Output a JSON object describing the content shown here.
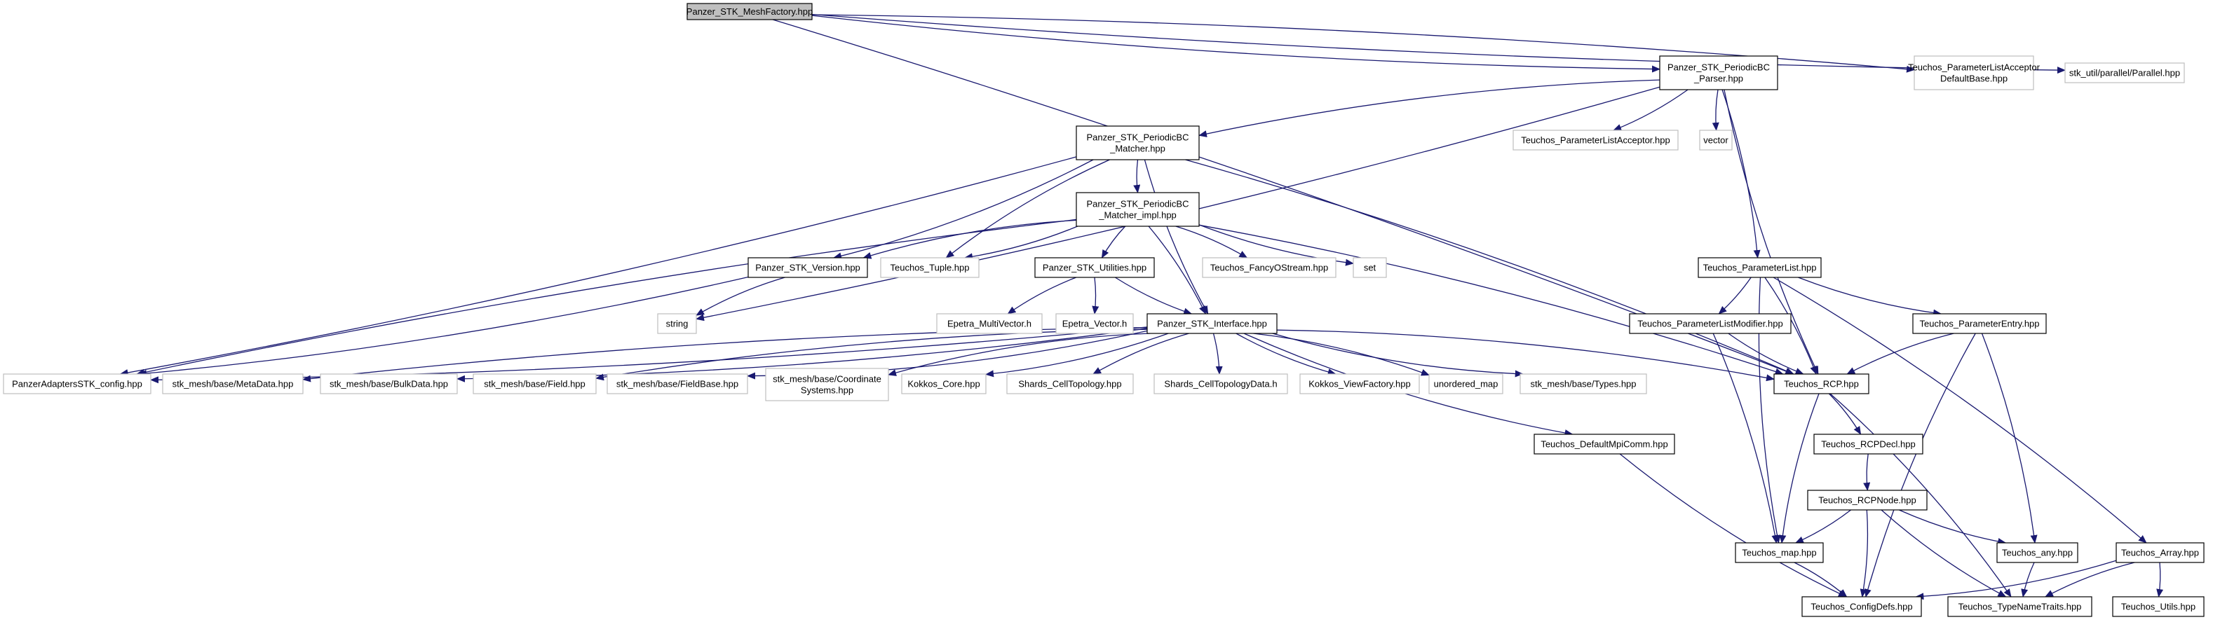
{
  "nodes": [
    {
      "id": "root",
      "label": "Panzer_STK_MeshFactory.hpp",
      "style": "root"
    },
    {
      "id": "parser",
      "label": "Panzer_STK_PeriodicBC\n_Parser.hpp",
      "style": "normal"
    },
    {
      "id": "plad",
      "label": "Teuchos_ParameterListAcceptor\nDefaultBase.hpp",
      "style": "gray"
    },
    {
      "id": "par",
      "label": "stk_util/parallel/Parallel.hpp",
      "style": "gray"
    },
    {
      "id": "matcher",
      "label": "Panzer_STK_PeriodicBC\n_Matcher.hpp",
      "style": "normal"
    },
    {
      "id": "pla",
      "label": "Teuchos_ParameterListAcceptor.hpp",
      "style": "gray"
    },
    {
      "id": "vector",
      "label": "vector",
      "style": "gray"
    },
    {
      "id": "mimpl",
      "label": "Panzer_STK_PeriodicBC\n_Matcher_impl.hpp",
      "style": "normal"
    },
    {
      "id": "plist",
      "label": "Teuchos_ParameterList.hpp",
      "style": "normal"
    },
    {
      "id": "version",
      "label": "Panzer_STK_Version.hpp",
      "style": "normal"
    },
    {
      "id": "tuple",
      "label": "Teuchos_Tuple.hpp",
      "style": "gray"
    },
    {
      "id": "util",
      "label": "Panzer_STK_Utilities.hpp",
      "style": "normal"
    },
    {
      "id": "fancy",
      "label": "Teuchos_FancyOStream.hpp",
      "style": "gray"
    },
    {
      "id": "set",
      "label": "set",
      "style": "gray"
    },
    {
      "id": "string",
      "label": "string",
      "style": "gray"
    },
    {
      "id": "emv",
      "label": "Epetra_MultiVector.h",
      "style": "gray"
    },
    {
      "id": "ev",
      "label": "Epetra_Vector.h",
      "style": "gray"
    },
    {
      "id": "iface",
      "label": "Panzer_STK_Interface.hpp",
      "style": "normal"
    },
    {
      "id": "plm",
      "label": "Teuchos_ParameterListModifier.hpp",
      "style": "normal"
    },
    {
      "id": "pentry",
      "label": "Teuchos_ParameterEntry.hpp",
      "style": "normal"
    },
    {
      "id": "config",
      "label": "PanzerAdaptersSTK_config.hpp",
      "style": "gray"
    },
    {
      "id": "meta",
      "label": "stk_mesh/base/MetaData.hpp",
      "style": "gray"
    },
    {
      "id": "bulk",
      "label": "stk_mesh/base/BulkData.hpp",
      "style": "gray"
    },
    {
      "id": "field",
      "label": "stk_mesh/base/Field.hpp",
      "style": "gray"
    },
    {
      "id": "fbase",
      "label": "stk_mesh/base/FieldBase.hpp",
      "style": "gray"
    },
    {
      "id": "coord",
      "label": "stk_mesh/base/Coordinate\nSystems.hpp",
      "style": "gray"
    },
    {
      "id": "kcore",
      "label": "Kokkos_Core.hpp",
      "style": "gray"
    },
    {
      "id": "sct",
      "label": "Shards_CellTopology.hpp",
      "style": "gray"
    },
    {
      "id": "sctd",
      "label": "Shards_CellTopologyData.h",
      "style": "gray"
    },
    {
      "id": "kvf",
      "label": "Kokkos_ViewFactory.hpp",
      "style": "gray"
    },
    {
      "id": "umap",
      "label": "unordered_map",
      "style": "gray"
    },
    {
      "id": "types",
      "label": "stk_mesh/base/Types.hpp",
      "style": "gray"
    },
    {
      "id": "rcp",
      "label": "Teuchos_RCP.hpp",
      "style": "normal"
    },
    {
      "id": "dmc",
      "label": "Teuchos_DefaultMpiComm.hpp",
      "style": "normal"
    },
    {
      "id": "rcpdecl",
      "label": "Teuchos_RCPDecl.hpp",
      "style": "normal"
    },
    {
      "id": "rcpnode",
      "label": "Teuchos_RCPNode.hpp",
      "style": "normal"
    },
    {
      "id": "map",
      "label": "Teuchos_map.hpp",
      "style": "normal"
    },
    {
      "id": "any",
      "label": "Teuchos_any.hpp",
      "style": "normal"
    },
    {
      "id": "array",
      "label": "Teuchos_Array.hpp",
      "style": "normal"
    },
    {
      "id": "cdefs",
      "label": "Teuchos_ConfigDefs.hpp",
      "style": "normal"
    },
    {
      "id": "tnt",
      "label": "Teuchos_TypeNameTraits.hpp",
      "style": "normal"
    },
    {
      "id": "utils",
      "label": "Teuchos_Utils.hpp",
      "style": "normal"
    }
  ],
  "edges": [
    [
      "root",
      "parser"
    ],
    [
      "root",
      "plad"
    ],
    [
      "root",
      "par"
    ],
    [
      "root",
      "rcp"
    ],
    [
      "parser",
      "matcher"
    ],
    [
      "parser",
      "pla"
    ],
    [
      "parser",
      "vector"
    ],
    [
      "parser",
      "plist"
    ],
    [
      "parser",
      "rcp"
    ],
    [
      "parser",
      "string"
    ],
    [
      "matcher",
      "mimpl"
    ],
    [
      "matcher",
      "version"
    ],
    [
      "matcher",
      "tuple"
    ],
    [
      "matcher",
      "config"
    ],
    [
      "matcher",
      "iface"
    ],
    [
      "matcher",
      "rcp"
    ],
    [
      "mimpl",
      "version"
    ],
    [
      "mimpl",
      "tuple"
    ],
    [
      "mimpl",
      "util"
    ],
    [
      "mimpl",
      "fancy"
    ],
    [
      "mimpl",
      "set"
    ],
    [
      "mimpl",
      "iface"
    ],
    [
      "mimpl",
      "config"
    ],
    [
      "mimpl",
      "rcp"
    ],
    [
      "version",
      "string"
    ],
    [
      "version",
      "config"
    ],
    [
      "util",
      "emv"
    ],
    [
      "util",
      "ev"
    ],
    [
      "util",
      "iface"
    ],
    [
      "iface",
      "config"
    ],
    [
      "iface",
      "meta"
    ],
    [
      "iface",
      "bulk"
    ],
    [
      "iface",
      "field"
    ],
    [
      "iface",
      "fbase"
    ],
    [
      "iface",
      "coord"
    ],
    [
      "iface",
      "kcore"
    ],
    [
      "iface",
      "sct"
    ],
    [
      "iface",
      "sctd"
    ],
    [
      "iface",
      "kvf"
    ],
    [
      "iface",
      "umap"
    ],
    [
      "iface",
      "types"
    ],
    [
      "iface",
      "rcp"
    ],
    [
      "iface",
      "dmc"
    ],
    [
      "plist",
      "plm"
    ],
    [
      "plist",
      "pentry"
    ],
    [
      "plist",
      "rcp"
    ],
    [
      "plist",
      "map"
    ],
    [
      "plist",
      "array"
    ],
    [
      "plm",
      "rcp"
    ],
    [
      "plm",
      "map"
    ],
    [
      "pentry",
      "rcp"
    ],
    [
      "pentry",
      "any"
    ],
    [
      "pentry",
      "cdefs"
    ],
    [
      "rcp",
      "rcpdecl"
    ],
    [
      "rcp",
      "map"
    ],
    [
      "rcp",
      "tnt"
    ],
    [
      "rcpdecl",
      "rcpnode"
    ],
    [
      "rcpnode",
      "map"
    ],
    [
      "rcpnode",
      "any"
    ],
    [
      "rcpnode",
      "cdefs"
    ],
    [
      "rcpnode",
      "tnt"
    ],
    [
      "map",
      "cdefs"
    ],
    [
      "any",
      "tnt"
    ],
    [
      "array",
      "cdefs"
    ],
    [
      "array",
      "tnt"
    ],
    [
      "array",
      "utils"
    ],
    [
      "dmc",
      "cdefs"
    ]
  ]
}
